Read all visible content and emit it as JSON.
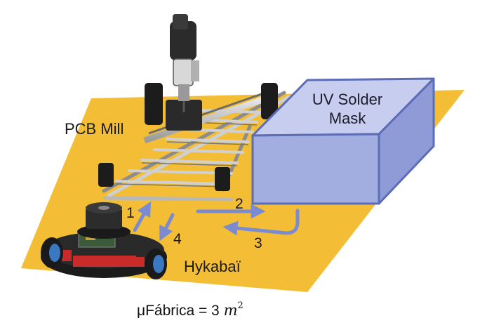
{
  "labels": {
    "pcb_mill": "PCB Mill",
    "uv_solder_mask_line1": "UV Solder",
    "uv_solder_mask_line2": "Mask",
    "robot": "Hykabaï"
  },
  "steps": [
    "1",
    "2",
    "3",
    "4"
  ],
  "caption": {
    "prefix": "μFábrica = 3 ",
    "unit": "m",
    "exponent": "2"
  },
  "colors": {
    "floor": "#f3be35",
    "box": "#a3aee0",
    "box_edge": "#5c6cb6",
    "arrow": "#7a8bd2"
  }
}
